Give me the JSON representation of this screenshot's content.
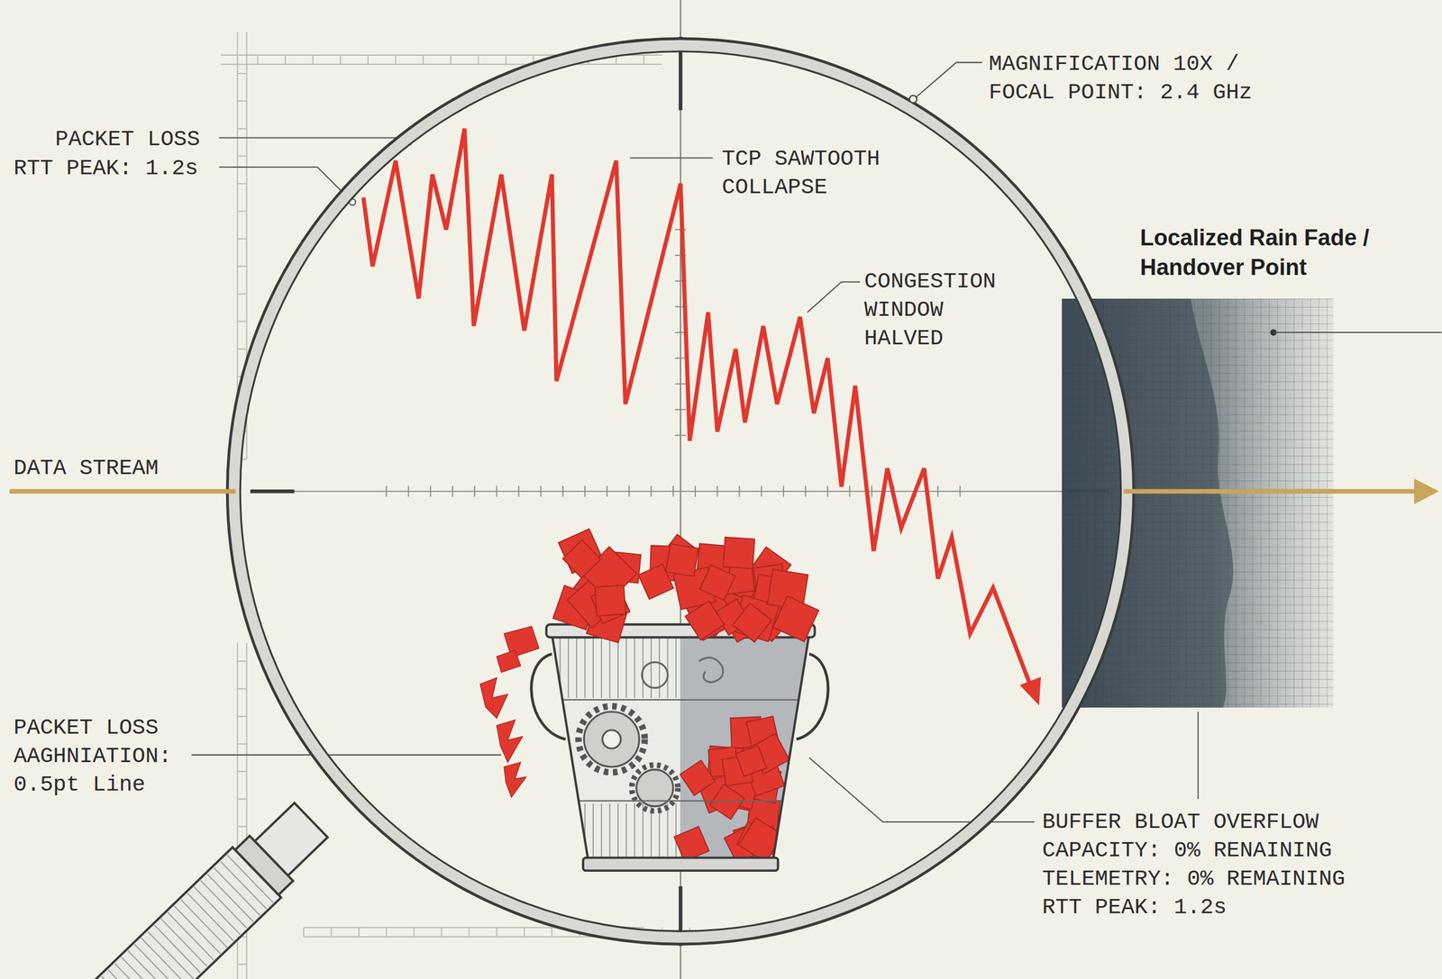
{
  "diagram": {
    "nodes": [
      {
        "text": [
          "Localized Rain Fade / Handover Point"
        ]
      }
    ],
    "labels": [
      "PACKET LOSS",
      "RTT PEAK: 1.2s",
      "MAGNIFICATION 10X / FOCAL POINT: 2.4 GHz",
      "TCP SAWTOOTH COLLAPSE",
      "CONGESTION WINDOW HALVED",
      "DATA STREAM",
      "PACKET LOSS AAGHNIATION: 0.5pt Line",
      "BUFFER BLOAT OVERFLOW",
      "CAPACITY: 0% RENAINING",
      "TELEMETRY: 0% REMAINING",
      "RTT PEAK: 1.2s"
    ]
  }
}
